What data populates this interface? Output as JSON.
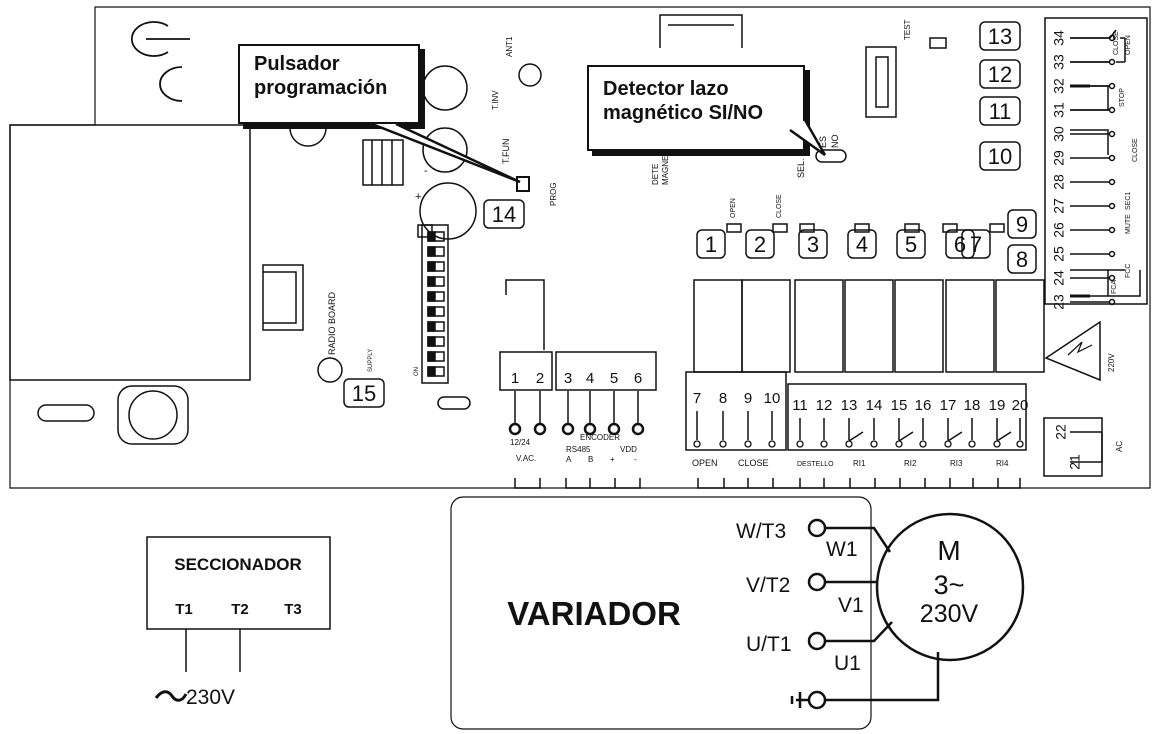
{
  "callouts": {
    "prog_line1": "Pulsador",
    "prog_line2": "programación",
    "loop_line1": "Detector lazo",
    "loop_line2": "magnético SI/NO"
  },
  "board": {
    "ce_mark": "CE",
    "ant": "ANT1",
    "tinv": "T.INV",
    "tfun": "T.FUN",
    "plus": "+",
    "minus": "-",
    "prog": "PROG",
    "test": "TEST",
    "dete": "DETE",
    "magne": "MAGNE",
    "sel_det": "SEL. DET",
    "es": "ES",
    "no": "NO",
    "radio_board": "RADIO BOARD",
    "supply": "SUPPLY",
    "on": "ON",
    "led_open": "OPEN",
    "led_close": "CLOSE",
    "vac_1": "12/24",
    "vac_2": "V.AC.",
    "encoder": "ENCODER",
    "rs485": "RS485",
    "enc_a": "A",
    "enc_b": "B",
    "enc_plus": "+",
    "enc_vdd": "VDD",
    "enc_minus": "-",
    "out_open": "OPEN",
    "out_close": "CLOSE",
    "destello": "DESTELLO",
    "ri1": "RI1",
    "ri2": "RI2",
    "ri3": "RI3",
    "ri4": "RI4",
    "lbl_open": "OPEN",
    "lbl_close1": "CLOSE",
    "lbl_stop": "STOP",
    "lbl_close2": "CLOSE",
    "lbl_sec1": "SEC1",
    "lbl_mute": "MUTE",
    "lbl_fcc": "FCC",
    "lbl_fca": "FCA",
    "v220": "220V",
    "ac": "AC"
  },
  "numbered_boxes": [
    "1",
    "2",
    "3",
    "4",
    "5",
    "6",
    "7",
    "8",
    "9",
    "10",
    "11",
    "12",
    "13",
    "14",
    "15"
  ],
  "bottom_terminals": [
    "1",
    "2",
    "3",
    "4",
    "5",
    "6",
    "7",
    "8",
    "9",
    "10",
    "11",
    "12",
    "13",
    "14",
    "15",
    "16",
    "17",
    "18",
    "19",
    "20"
  ],
  "right_terminals": [
    "34",
    "33",
    "32",
    "31",
    "30",
    "29",
    "28",
    "27",
    "26",
    "25",
    "24",
    "23"
  ],
  "ac_terminals": [
    "22",
    "21"
  ],
  "seccionador": {
    "title": "SECCIONADOR",
    "t1": "T1",
    "t2": "T2",
    "t3": "T3",
    "supply": "230V"
  },
  "variador": {
    "title": "VARIADOR",
    "w_t3": "W/T3",
    "v_t2": "V/T2",
    "u_t1": "U/T1",
    "w1": "W1",
    "v1": "V1",
    "u1": "U1"
  },
  "motor": {
    "m": "M",
    "phase": "3~",
    "voltage": "230V"
  }
}
